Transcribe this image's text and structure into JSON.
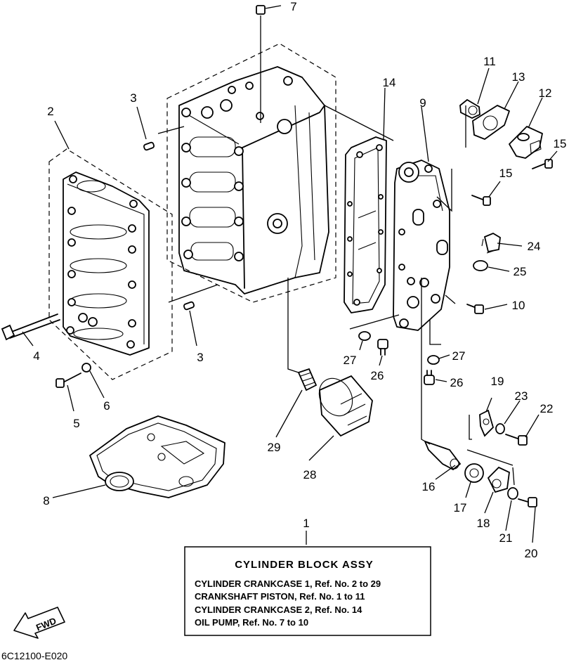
{
  "title_box": {
    "title": "CYLINDER BLOCK ASSY",
    "lines": [
      "CYLINDER CRANKCASE 1,  Ref. No. 2 to 29",
      "CRANKSHAFT PISTON,   Ref. No. 1 to 11",
      "CYLINDER CRANKCASE 2,  Ref. No. 14",
      "OIL PUMP,   Ref. No. 7 to 10"
    ]
  },
  "diagram_code": "6C12100-E020",
  "fwd_label": "FWD",
  "callouts": {
    "n1": "1",
    "n2": "2",
    "n3a": "3",
    "n3b": "3",
    "n4": "4",
    "n5": "5",
    "n6": "6",
    "n7": "7",
    "n8": "8",
    "n9": "9",
    "n10": "10",
    "n11": "11",
    "n12": "12",
    "n13": "13",
    "n14": "14",
    "n15a": "15",
    "n15b": "15",
    "n16": "16",
    "n17": "17",
    "n18": "18",
    "n19": "19",
    "n20": "20",
    "n21": "21",
    "n22": "22",
    "n23": "23",
    "n24": "24",
    "n25": "25",
    "n26a": "26",
    "n26b": "26",
    "n27a": "27",
    "n27b": "27",
    "n28": "28",
    "n29": "29"
  }
}
